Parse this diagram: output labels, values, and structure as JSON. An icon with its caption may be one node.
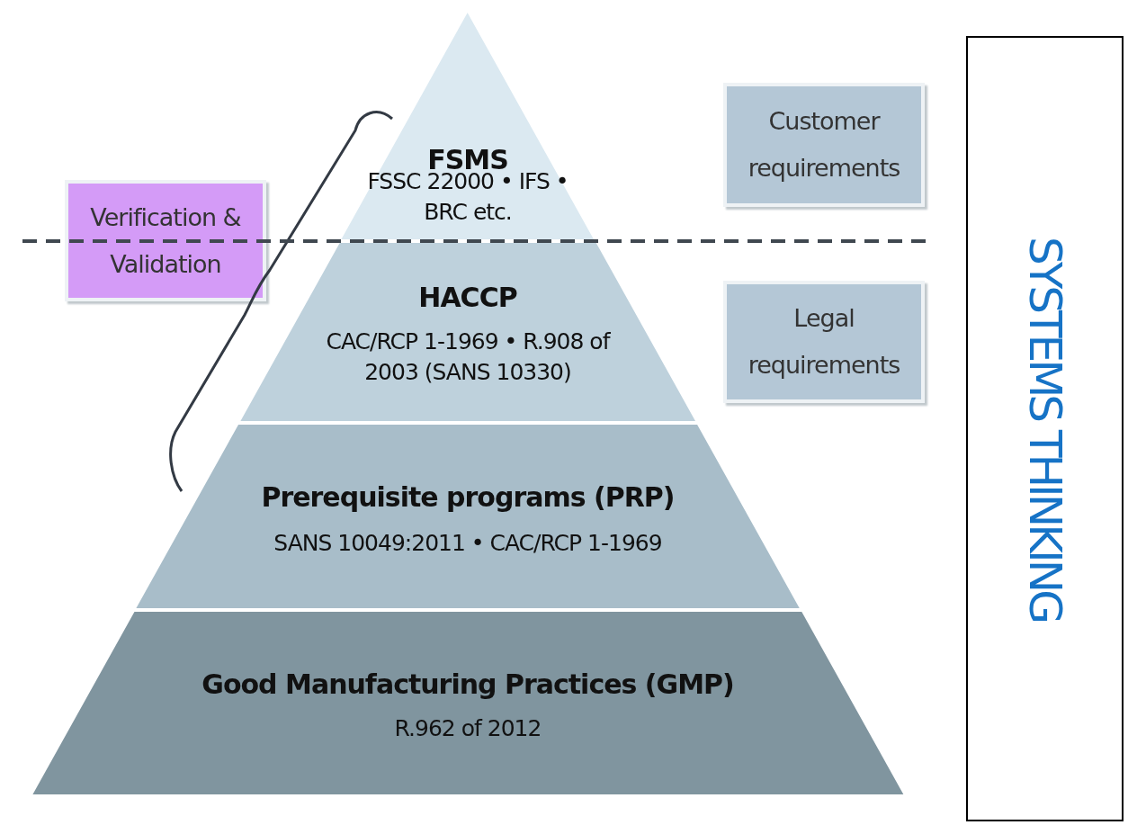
{
  "diagram": {
    "nodes": [
      {
        "text": [
          "FSMS",
          "FSSC 22000 • IFS • BRC etc."
        ]
      },
      {
        "text": [
          "HACCP",
          "CAC/RCP 1-1969 • R.908 of 2003 (SANS 10330)"
        ]
      },
      {
        "text": [
          "Prerequisite programs (PRP)",
          "SANS 10049:2011 • CAC/RCP 1-1969"
        ]
      },
      {
        "text": [
          "Good Manufacturing Practices (GMP)",
          "R.962 of 2012"
        ]
      },
      {
        "text": [
          "Customer requirements"
        ]
      },
      {
        "text": [
          "Legal requirements"
        ]
      },
      {
        "text": [
          "Verification & Validation"
        ]
      },
      {
        "text": [
          "SYSTEMS THINKING"
        ]
      }
    ],
    "edges": []
  }
}
